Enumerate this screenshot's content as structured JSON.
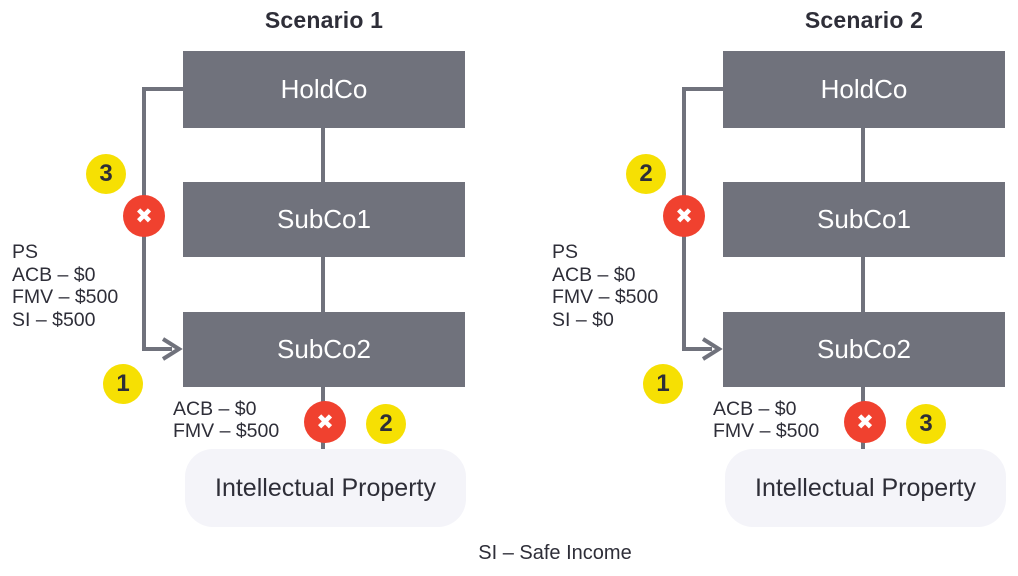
{
  "page": {
    "legend": "SI – Safe Income"
  },
  "colors": {
    "entity_box_gray": "#70727c",
    "connector_gray": "#70727c",
    "badge_yellow": "#f6e003",
    "badge_red": "#f0412f",
    "text_dark": "#2e2e38",
    "ip_box_fill": "#f4f4f9",
    "white": "#ffffff"
  },
  "icons": {
    "blocked": "✖"
  },
  "scenarios": [
    {
      "title": "Scenario 1",
      "boxes": {
        "holdco": "HoldCo",
        "subco1": "SubCo1",
        "subco2": "SubCo2",
        "ip": "Intellectual Property"
      },
      "side_note": {
        "line1": "PS",
        "line2": "ACB – $0",
        "line3": "FMV – $500",
        "line4": "SI – $500"
      },
      "ip_note": {
        "line1": "ACB – $0",
        "line2": "FMV – $500"
      },
      "badges": {
        "bypass_number": "3",
        "transfer_number": "1",
        "ip_number": "2"
      }
    },
    {
      "title": "Scenario 2",
      "boxes": {
        "holdco": "HoldCo",
        "subco1": "SubCo1",
        "subco2": "SubCo2",
        "ip": "Intellectual Property"
      },
      "side_note": {
        "line1": "PS",
        "line2": "ACB – $0",
        "line3": "FMV – $500",
        "line4": "SI – $0"
      },
      "ip_note": {
        "line1": "ACB – $0",
        "line2": "FMV – $500"
      },
      "badges": {
        "bypass_number": "2",
        "transfer_number": "1",
        "ip_number": "3"
      }
    }
  ]
}
